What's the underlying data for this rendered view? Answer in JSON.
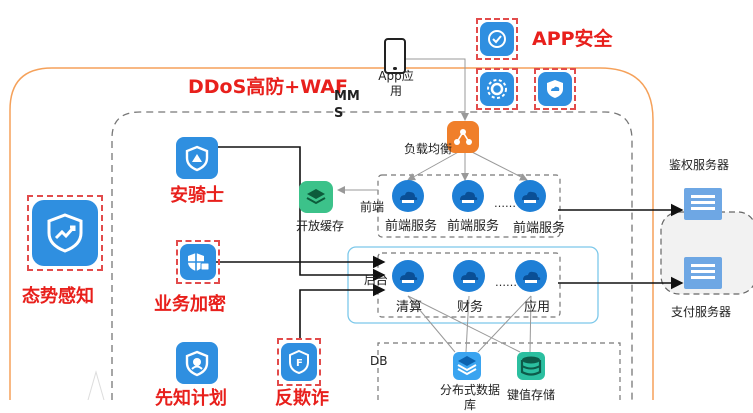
{
  "titles": {
    "ddos_waf": "DDoS高防+WAF",
    "mms": "MMS",
    "app_security": "APP安全"
  },
  "left_modules": {
    "situation_awareness": "态势感知",
    "security_knight": "安骑士",
    "business_encryption": "业务加密",
    "prior_plan": "先知计划",
    "anti_fraud": "反欺诈"
  },
  "app": {
    "label": "App应用"
  },
  "load_balancer": {
    "label": "负载均衡"
  },
  "frontend": {
    "tier_label": "前端",
    "services": [
      "前端服务",
      "前端服务",
      "前端服务"
    ],
    "ellipsis": "……"
  },
  "open_cache": {
    "label": "开放缓存"
  },
  "backend": {
    "tier_label": "后台",
    "services": [
      "清算",
      "财务",
      "应用"
    ],
    "ellipsis": "……"
  },
  "db": {
    "tier_label": "DB",
    "distributed": "分布式数据库",
    "kv_storage": "键值存储"
  },
  "external": {
    "auth_server": "鉴权服务器",
    "pay_server": "支付服务器"
  },
  "colors": {
    "red": "#e8201c",
    "blue_icon": "#2f8fe0",
    "orange_border": "#f5a15a",
    "light_blue_border": "#6ec6ee",
    "green_cache": "#3cc28a",
    "teal_kv": "#2bbfa0",
    "orange_lb": "#f07f2a"
  }
}
